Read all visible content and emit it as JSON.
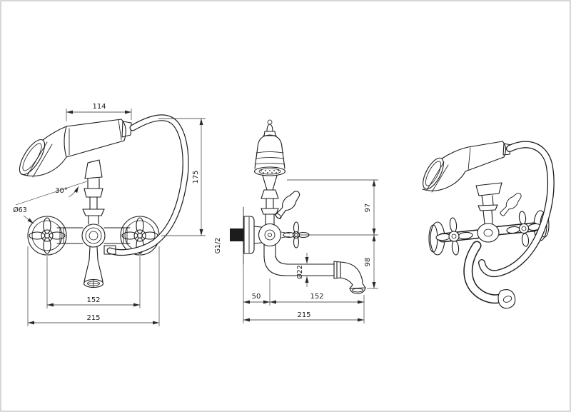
{
  "page": {
    "background": "#ffffff",
    "line_color": "#1c1c1c"
  },
  "views": {
    "front": {
      "label": "front-view",
      "dims": {
        "shower_body_width": "114",
        "hose_height": "175",
        "shower_tilt_angle": "30°",
        "escutcheon_diameter": "Ø63",
        "valve_center_spacing": "152",
        "overall_width": "215"
      }
    },
    "side": {
      "label": "side-view",
      "dims": {
        "shower_to_axis_height": "97",
        "axis_to_spout_height": "98",
        "wall_to_axis": "50",
        "axis_to_spout_end": "152",
        "overall_depth": "215",
        "inlet_thread": "G1/2",
        "spout_tube_diameter": "Ø22"
      }
    },
    "perspective": {
      "label": "perspective-view"
    }
  }
}
